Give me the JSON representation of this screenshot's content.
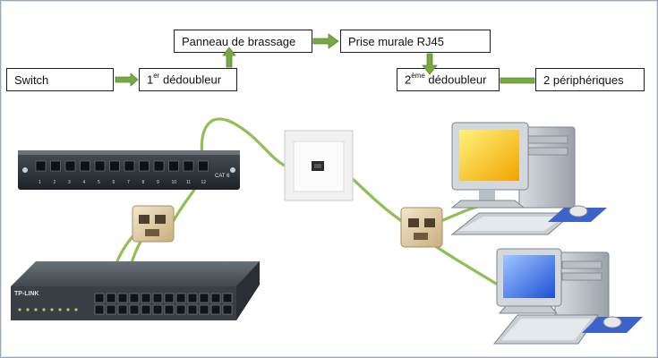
{
  "flow": {
    "switch": "Switch",
    "splitter1_prefix": "1",
    "splitter1_sup": "er",
    "splitter1_rest": " dédoubleur",
    "patch_panel": "Panneau de brassage",
    "wall_jack": "Prise murale RJ45",
    "splitter2_prefix": "2",
    "splitter2_sup": "ème",
    "splitter2_rest": " dédoubleur",
    "devices": "2 périphériques"
  },
  "illustration": {
    "patch_panel_label": "CAT 6",
    "port_numbers": [
      "1",
      "2",
      "3",
      "4",
      "5",
      "6",
      "7",
      "8",
      "9",
      "10",
      "11",
      "12"
    ],
    "switch_brand": "TP-LINK"
  },
  "colors": {
    "arrow": "#78a843",
    "cable": "#8fbf55",
    "box_border": "#1f1f1f",
    "frame": "#9aa6b2"
  }
}
